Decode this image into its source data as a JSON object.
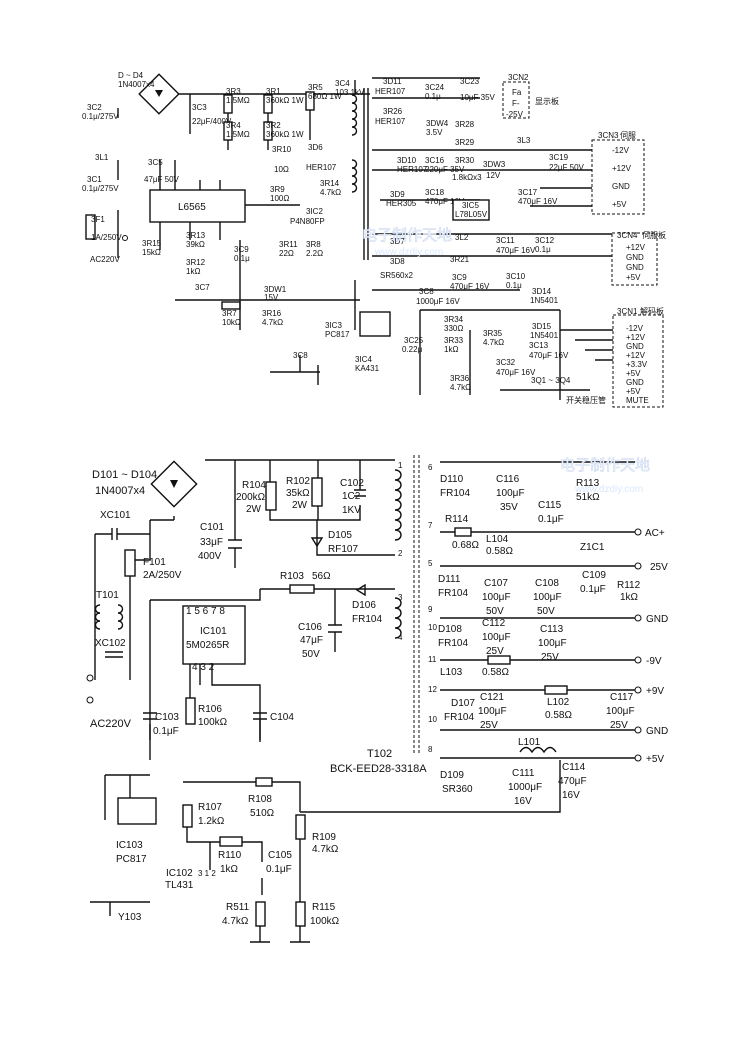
{
  "watermark": {
    "top_title": "电子制作天地",
    "top_url": "www.dzdiy.com",
    "bottom_title": "电子制作天地",
    "bottom_url": "www.dzdiy.com"
  },
  "top_schematic": {
    "bridge": "D ~ D4",
    "bridge_type": "1N4007x4",
    "cx2": "3C2",
    "cx2_val": "0.1μ/275V",
    "cx1": "3C1",
    "cx1_val": "0.1μ/275V",
    "choke": "3L1",
    "fuse": "3F1",
    "fuse_val": "1A/250V",
    "ac_input": "AC220V",
    "c3": "3C3",
    "c3_val": "22μF/400V",
    "r3": "3R3",
    "r3_val": "1.5MΩ",
    "r4": "3R4",
    "r4_val": "1.5MΩ",
    "r1": "3R1",
    "r1_val": "360kΩ 1W",
    "r2": "3R2",
    "r2_val": "360kΩ 1W",
    "r5": "3R5",
    "r5_val": "680Ω 1W",
    "c4": "3C4",
    "c4_val": "103 1kV",
    "c5": "3C5",
    "c5_val": "47μF 50V",
    "ic": "L6565",
    "r10": "3R10",
    "r10_val": "10Ω",
    "d6": "3D6",
    "d6_val": "HER107",
    "r9": "3R9",
    "r9_val": "100Ω",
    "r14": "3R14",
    "r14_val": "4.7kΩ",
    "q2": "3IC2",
    "q2_val": "P4N80FP",
    "r15": "3R15",
    "r15_val": "15kΩ",
    "r13": "3R13",
    "r13_val": "39kΩ",
    "r12": "3R12",
    "r12_val": "1kΩ",
    "c9": "3C9",
    "c9_val": "0.1μ",
    "r11": "3R11",
    "r11_val": "22Ω",
    "r8": "3R8",
    "r8_val": "2.2Ω",
    "zd": "3DW1",
    "zd_val": "15V",
    "r7": "3R7",
    "r7_val": "10kΩ",
    "r16": "3R16",
    "r16_val": "4.7kΩ",
    "c7": "3C7",
    "oc": "3IC3",
    "oc_val": "PC817",
    "tl": "3IC4",
    "tl_val": "KA431",
    "cap_bottom": "3C8",
    "hv_diode": "3D11",
    "hv_diode_val": "HER107",
    "hv_r": "3R26",
    "hv_r_val": "HER107",
    "c24": "3C24",
    "c24_val": "0.1μ",
    "c23": "3C23",
    "c23_val": "10μF 35V",
    "dw4": "3DW4",
    "dw4_val": "3.5V",
    "r28": "3R28",
    "r29": "3R29",
    "r30": "3R30",
    "r30_val": "1.8kΩx3",
    "dw3": "3DW3",
    "dw3_val": "12V",
    "l3": "3L3",
    "c19": "3C19",
    "c19_val": "22μF 50V",
    "c17": "3C17",
    "c17_val": "470μF 16V",
    "d10": "3D10",
    "d10_val": "HER107",
    "c16": "3C16",
    "c16_val": "220μF 35V",
    "c18": "3C18",
    "c18_val": "470μF 16V",
    "d9": "3D9",
    "d9_val": "HER305",
    "ic5": "3IC5",
    "ic5_val": "L78L05V",
    "d7": "3D7",
    "d8": "3D8",
    "d8_val": "SR560x2",
    "l2": "3L2",
    "c11": "3C11",
    "c11_val": "470μF 16V",
    "c12": "3C12",
    "c12_val": "0.1μ",
    "r21": "3R21",
    "c9b": "3C9",
    "c9b_val": "470μF 16V",
    "c10": "3C10",
    "c10_val": "0.1μ",
    "c8b": "3C8",
    "c8b_val": "1000μF 16V",
    "d14": "3D14",
    "d14_val": "1N5401",
    "r34": "3R34",
    "r34_val": "330Ω",
    "c25": "3C25",
    "c25_val": "0.22μ",
    "r33": "3R33",
    "r33_val": "1kΩ",
    "r35": "3R35",
    "r35_val": "4.7kΩ",
    "r36": "3R36",
    "r36_val": "4.7kΩ",
    "d15": "3D15",
    "d15_val": "1N5401",
    "c13": "3C13",
    "c13_val": "470μF 16V",
    "c32": "3C32",
    "c32_val": "470μF 16V",
    "switch_label": "3Q1 ~ 3Q4",
    "switch_note": "开关稳压管",
    "con2": "3CN2",
    "con2_title": "显示板",
    "con2_pins": [
      "Fa",
      "F-",
      "-25V"
    ],
    "con3": "3CN3",
    "con3_title": "伺服",
    "con3_pins": [
      "-12V",
      "+12V",
      "GND",
      "+5V"
    ],
    "con4": "3CN4",
    "con4_title": "伺服板",
    "con4_pins": [
      "+12V",
      "GND",
      "GND",
      "+5V"
    ],
    "con1": "3CN1",
    "con1_title": "解码板",
    "con1_pins": [
      "-12V",
      "+12V",
      "GND",
      "+12V",
      "+3.3V",
      "+5V",
      "GND",
      "+5V",
      "MUTE"
    ]
  },
  "bottom_schematic": {
    "bridge": "D101 ~ D104",
    "bridge_type": "1N4007x4",
    "xc101": "XC101",
    "t101": "T101",
    "xc102": "XC102",
    "f101": "F101",
    "f101_val": "2A/250V",
    "ac_input": "AC220V",
    "c101": "C101",
    "c101_val1": "33μF",
    "c101_val2": "400V",
    "r104": "R104",
    "r104_val1": "200kΩ",
    "r104_val2": "2W",
    "r102": "R102",
    "r102_val1": "35kΩ",
    "r102_val2": "2W",
    "c102": "C102",
    "c102_val1": "1C2",
    "c102_val2": "1KV",
    "d105": "D105",
    "d105_val": "RF107",
    "r103": "R103",
    "r103_val": "56Ω",
    "d106": "D106",
    "d106_val": "FR104",
    "c106": "C106",
    "c106_val1": "47μF",
    "c106_val2": "50V",
    "ic101": "IC101",
    "ic101_val": "5M0265R",
    "ic101_pins_top": "1 5 6 7 8",
    "ic101_pins_bot": "4 3 2",
    "r106": "R106",
    "r106_val": "100kΩ",
    "c103": "C103",
    "c103_val": "0.1μF",
    "c104": "C104",
    "ic103": "IC103",
    "ic103_val": "PC817",
    "r107": "R107",
    "r107_val": "1.2kΩ",
    "r108": "R108",
    "r108_val": "510Ω",
    "r109": "R109",
    "r109_val": "4.7kΩ",
    "r110": "R110",
    "r110_val": "1kΩ",
    "c105": "C105",
    "c105_val": "0.1μF",
    "ic102": "IC102",
    "ic102_val": "TL431",
    "tl_pins": "3 1 2",
    "r111": "R511",
    "r111_val": "4.7kΩ",
    "r115": "R115",
    "r115_val": "100kΩ",
    "y103": "Y103",
    "d110": "D110",
    "d110_val": "FR104",
    "c116": "C116",
    "c116_val1": "100μF",
    "c116_val2": "35V",
    "c115": "C115",
    "c115_val": "0.1μF",
    "r113": "R113",
    "r113_val": "51kΩ",
    "r114": "R114",
    "r114_val": "0.68Ω",
    "l104": "L104",
    "l104_val": "0.58Ω",
    "z101": "Z1C1",
    "ac_out": "AC+",
    "d111": "D111",
    "d111_val": "FR104",
    "c107": "C107",
    "c107_val1": "100μF",
    "c107_val2": "50V",
    "c108": "C108",
    "c108_val1": "100μF",
    "c108_val2": "50V",
    "c109": "C109",
    "c109_val": "0.1μF",
    "r112": "R112",
    "r112_val": "1kΩ",
    "out_25v": "25V",
    "out_gnd1": "GND",
    "d108": "D108",
    "d108_val": "FR104",
    "c112": "C112",
    "c112_val1": "100μF",
    "c112_val2": "25V",
    "c113": "C113",
    "c113_val1": "100μF",
    "c113_val2": "25V",
    "l103": "L103",
    "l103_val": "0.58Ω",
    "out_m9v": "-9V",
    "d107": "D107",
    "d107_val": "FR104",
    "c121": "C121",
    "c121_val1": "100μF",
    "c121_val2": "25V",
    "l102": "L102",
    "l102_val": "0.58Ω",
    "c117": "C117",
    "c117_val1": "100μF",
    "c117_val2": "25V",
    "out_9v": "+9V",
    "out_gnd2": "GND",
    "t102": "T102",
    "t102_val": "BCK-EED28-3318A",
    "l101": "L101",
    "d109": "D109",
    "d109_val": "SR360",
    "c111": "C111",
    "c111_val1": "1000μF",
    "c111_val2": "16V",
    "c114": "C114",
    "c114_val1": "470μF",
    "c114_val2": "16V",
    "out_5v": "+5V",
    "pins_right": [
      "6",
      "7",
      "5",
      "9",
      "10",
      "11",
      "12",
      "10",
      "8"
    ],
    "pins_left": [
      "1",
      "2",
      "3",
      "4"
    ]
  }
}
